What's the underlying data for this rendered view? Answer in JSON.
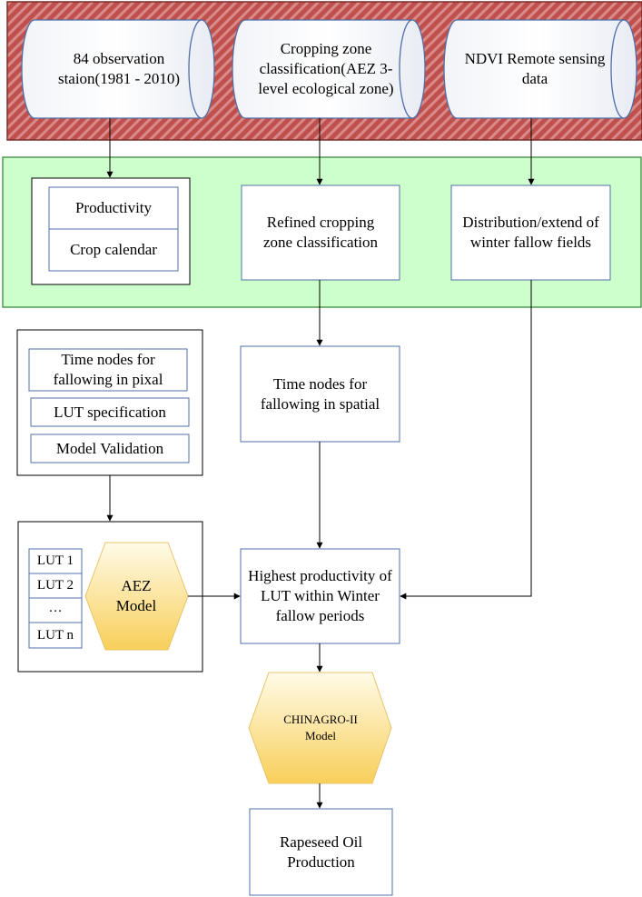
{
  "sources": {
    "observation": "84 observation staion(1981 - 2010)",
    "zone": "Cropping zone classification(AEZ 3-level ecological zone)",
    "ndvi": "NDVI Remote sensing data"
  },
  "inputs": {
    "productivity": "Productivity",
    "crop_calendar": "Crop calendar",
    "refined": "Refined cropping zone classification",
    "distribution": "Distribution/extend of winter fallow fields"
  },
  "params": {
    "time_nodes_pixal": "Time nodes for fallowing in pixal",
    "lut_spec": "LUT specification",
    "model_validation": "Model Validation"
  },
  "time_nodes_spatial": "Time nodes for fallowing in spatial",
  "luts": [
    "LUT 1",
    "LUT 2",
    "…",
    "LUT n"
  ],
  "aez_model": "AEZ Model",
  "highest": "Highest productivity of LUT within Winter fallow periods",
  "chinagro": "CHINAGRO-II Model",
  "output": "Rapeseed Oil Production",
  "colors": {
    "source_fill": "#c0504d",
    "source_hatch": "#d98b89",
    "input_fill": "#ccffcc",
    "input_border": "#3c8a3c",
    "box_border": "#4f6fa8",
    "hex_light": "#fffbe8",
    "hex_dark": "#f8cf5a"
  }
}
